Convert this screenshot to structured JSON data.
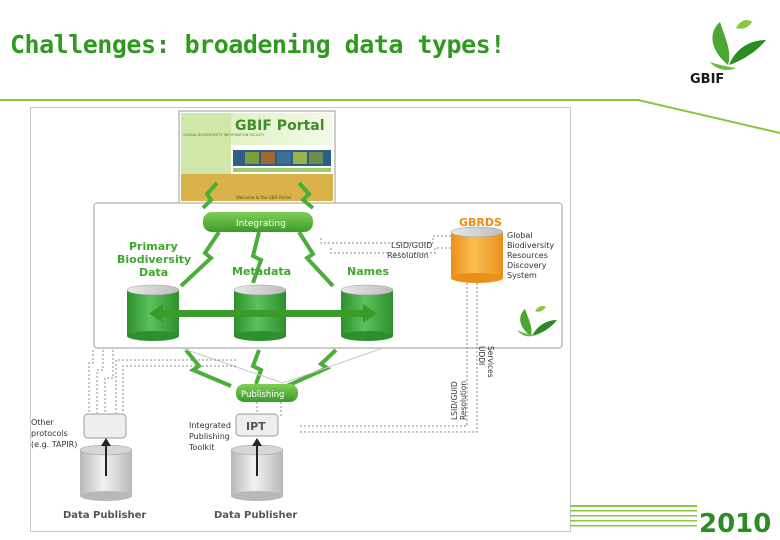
{
  "slide": {
    "title": "Challenges: broadening data types!"
  },
  "logo": {
    "text": "GBIF"
  },
  "diagram": {
    "portal": {
      "title": "GBIF Portal",
      "sidebar_text": "GLOBAL BIODIVERSITY INFORMATION FACILITY",
      "welcome": "Welcome to the GBIF Portal"
    },
    "integrating_label": "Integrating",
    "publishing_label": "Publishing",
    "stores": {
      "primary": [
        "Primary",
        "Biodiversity",
        "Data"
      ],
      "metadata": "Metadata",
      "names": "Names"
    },
    "gbrds": {
      "title": "GBRDS",
      "description": [
        "Global",
        "Biodiversity",
        "Resources",
        "Discovery",
        "System"
      ]
    },
    "lsid_top": [
      "LSID/GUID",
      "Resolution"
    ],
    "lsid_vertical": [
      "LSID/GUID",
      "Resolution"
    ],
    "uddi_vertical": [
      "UDDI",
      "Services"
    ],
    "other_protocols": [
      "Other",
      "protocols",
      "(e.g. TAPIR)"
    ],
    "ipt_label": "IPT",
    "ipt_description": [
      "Integrated",
      "Publishing",
      "Toolkit"
    ],
    "publisher_left": "Data Publisher",
    "publisher_right": "Data Publisher"
  },
  "badge": {
    "text": "2010"
  },
  "colors": {
    "title_green": "#2e9a1e",
    "accent_green": "#8cc63f",
    "cylinder_green": "#3aa23a",
    "gbrds_orange": "#f5a623",
    "dark_green": "#2d7d1f"
  }
}
